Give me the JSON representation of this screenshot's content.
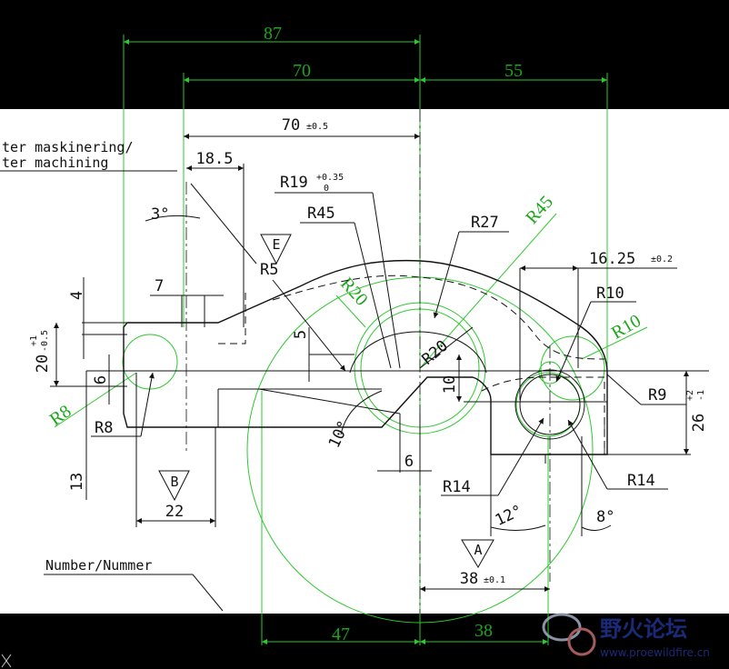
{
  "note": {
    "line1": "ter maskinering/",
    "line2": "ter machining",
    "number_label": "Number/Nummer"
  },
  "green_dims": {
    "d87": "87",
    "d70": "70",
    "d55": "55",
    "r45": "R45",
    "r20_upper": "R20",
    "r10": "R10",
    "r8": "R8",
    "d47": "47",
    "d38": "38"
  },
  "black_dims": {
    "d70_tol": "70",
    "tol_05": "±0.5",
    "d18_5": "18.5",
    "r19": "R19",
    "r19_up": "+0.35",
    "r19_lo": "0",
    "r45": "R45",
    "r27": "R27",
    "d16_25": "16.25",
    "tol_02": "±0.2",
    "r10": "R10",
    "r5": "R5",
    "deg3": "3°",
    "d7": "7",
    "d4": "4",
    "d20": "20",
    "d20_up": "+1",
    "d20_lo": "-0.5",
    "d6_left": "6",
    "d5": "5",
    "r20_inner": "R20",
    "d10": "10",
    "r9": "R9",
    "d26": "26",
    "d26_up": "+2",
    "d26_lo": "-1",
    "r8": "R8",
    "deg10": "10°",
    "d6_mid": "6",
    "d13": "13",
    "d22": "22",
    "r14_left": "R14",
    "r14_right": "R14",
    "deg12": "12°",
    "deg8": "8°",
    "d38_tol": "38",
    "tol_01": "±0.1"
  },
  "datums": {
    "a": "A",
    "b": "B",
    "e": "E"
  },
  "watermark": {
    "title": "野火论坛",
    "url": "www.proewildfire.cn"
  },
  "colors": {
    "background": "#000000",
    "paper": "#ffffff",
    "green_dim": "#2ec82e",
    "lines": "#111111",
    "watermark_text": "#1e2f86"
  },
  "icon": {
    "corner": "close-x-icon",
    "watermark": "butterfly-logo-icon"
  }
}
